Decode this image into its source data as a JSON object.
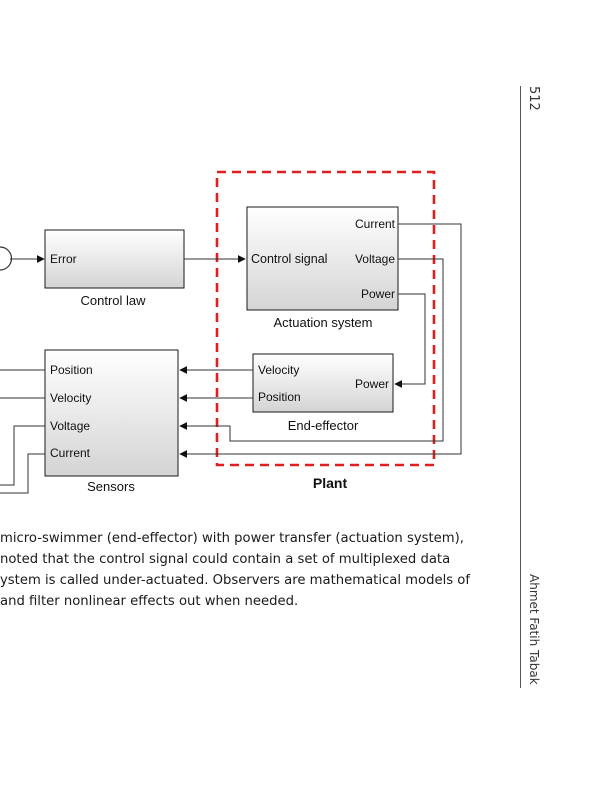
{
  "page": {
    "page_number": "512",
    "author": "Ahmet Fatih Tabak"
  },
  "diagram": {
    "control_law": {
      "input": "Error",
      "caption": "Control law"
    },
    "actuation_system": {
      "input": "Control signal",
      "outputs": [
        "Current",
        "Voltage",
        "Power"
      ],
      "caption": "Actuation system"
    },
    "end_effector": {
      "outputs": [
        "Velocity",
        "Position"
      ],
      "input": "Power",
      "caption": "End-effector"
    },
    "sensors": {
      "ports": [
        "Position",
        "Velocity",
        "Voltage",
        "Current"
      ],
      "caption": "Sensors"
    },
    "plant_label": "Plant"
  },
  "caption_lines": [
    "micro-swimmer (end-effector) with power transfer (actuation system),",
    "noted that the control signal could contain a set of multiplexed data",
    "ystem is called under-actuated. Observers are mathematical models of",
    "and filter nonlinear effects out when needed."
  ],
  "colors": {
    "plant_border": "#e02020",
    "block_border": "#1a1a1a",
    "line": "#333333"
  }
}
